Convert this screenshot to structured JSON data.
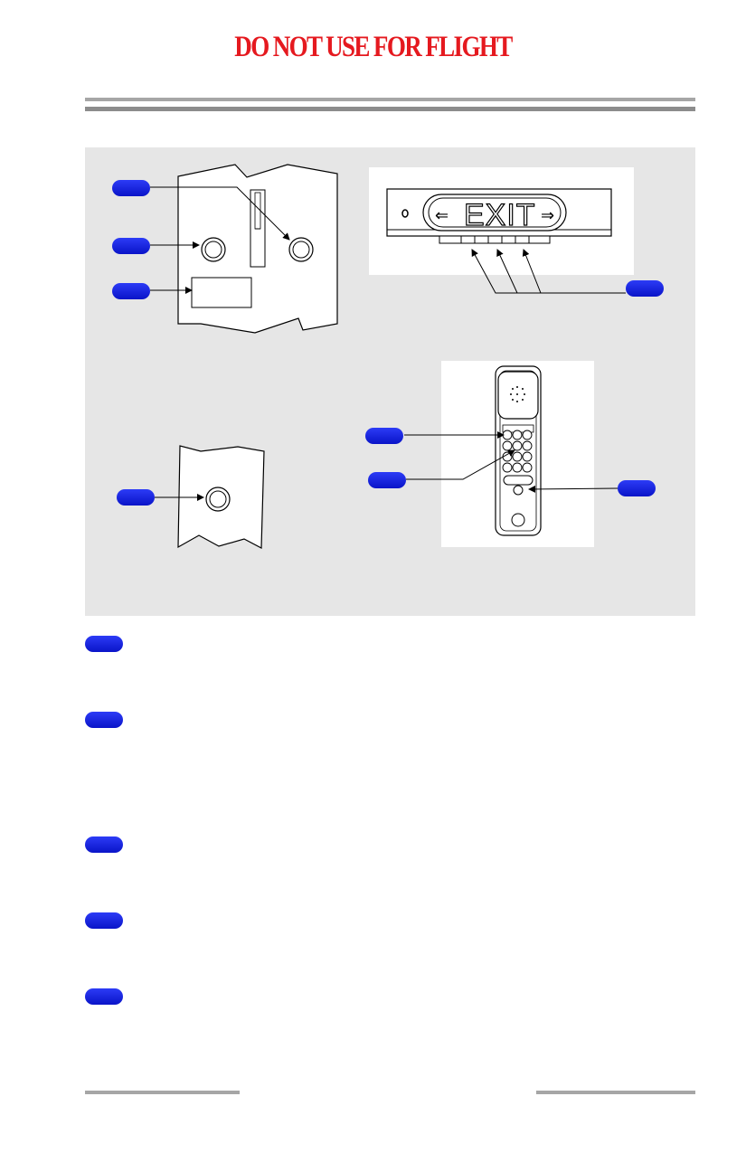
{
  "banner": {
    "text": "DO NOT USE FOR FLIGHT",
    "color": "#e5191f"
  },
  "figure": {
    "exit_sign_text": "EXIT",
    "exit_arrow_left": "⇐",
    "exit_arrow_right": "⇒"
  },
  "callout_color": "#1020e0",
  "description_items": 5
}
